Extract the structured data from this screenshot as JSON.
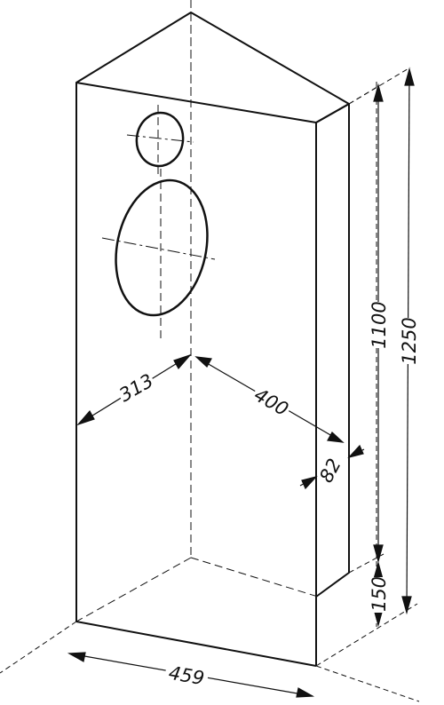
{
  "diagram": {
    "dimensions": {
      "front_width": "313",
      "side_depth": "400",
      "offset": "82",
      "upper_height": "1100",
      "total_height": "1250",
      "base_height": "150",
      "base_width": "459"
    },
    "colors": {
      "ink": "#111111",
      "paper": "#ffffff"
    }
  }
}
